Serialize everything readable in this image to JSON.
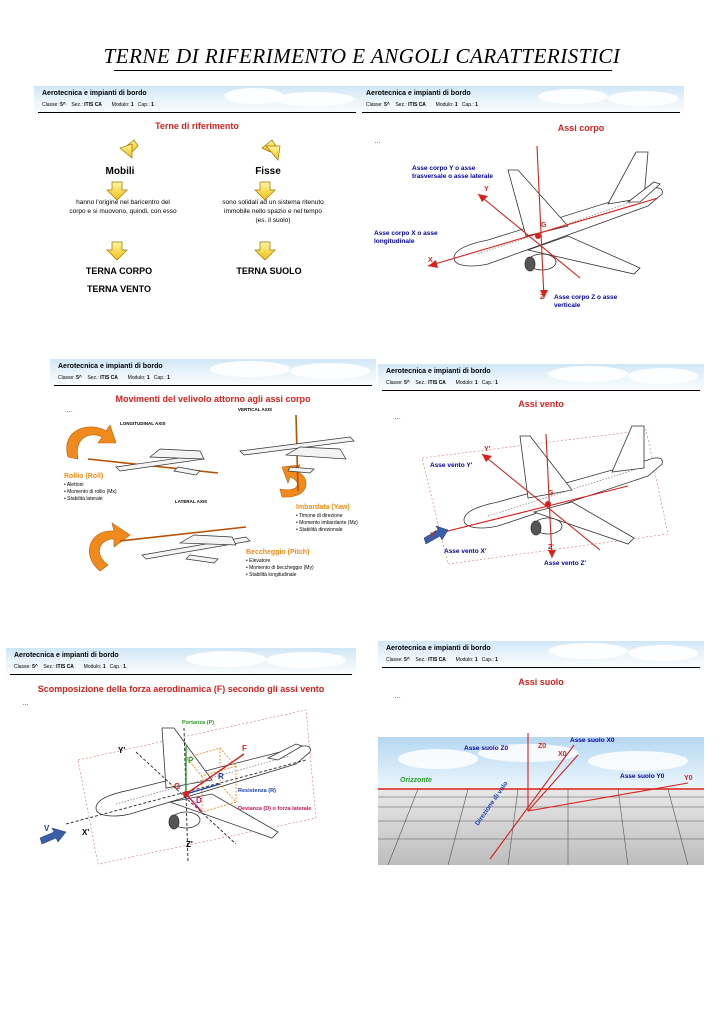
{
  "doc_title": "TERNE  DI  RIFERIMENTO  E  ANGOLI  CARATTERISTICI",
  "header": {
    "title": "Aerotecnica e impianti di bordo",
    "classe_label": "Classe:",
    "classe_value": "5^",
    "sez_label": "Sez.:",
    "sez_value": "ITIS CA",
    "modulo_label": "Modulo:",
    "modulo_value": "1",
    "cap_label": "Cap.:",
    "cap_value": "1"
  },
  "slides": {
    "s1": {
      "title": "Terne di riferimento",
      "mobili": "Mobili",
      "fisse": "Fisse",
      "mobili_desc": "hanno l'origine nel baricentro del corpo e si muovono, quindi, con esso",
      "fisse_desc": "sono solidali ad un sistema ritenuto immobile nello spazio e nel tempo        (es. il suolo)",
      "terna_corpo": "TERNA CORPO",
      "terna_vento": "TERNA VENTO",
      "terna_suolo": "TERNA SUOLO"
    },
    "s2": {
      "title": "Assi corpo",
      "dots": "…",
      "y_desc": "Asse corpo Y o asse trasversale o asse laterale",
      "x_desc": "Asse corpo X o asse longitudinale",
      "z_desc": "Asse corpo Z o asse verticale",
      "y": "Y",
      "x": "X",
      "z": "Z",
      "g": "G"
    },
    "s3": {
      "title": "Movimenti del velivolo attorno agli assi corpo",
      "dots": "…",
      "long_axis": "LONGITUDINAL AXIS",
      "vert_axis": "VERTICAL AXIS",
      "lat_axis": "LATERAL AXIS",
      "roll": "Rollio (Roll)",
      "roll_items": [
        "• Alettoni",
        "• Momento di rollio (Mx)",
        "• Stabilità laterale"
      ],
      "yaw": "Imbardata (Yaw)",
      "yaw_items": [
        "• Timone di direzione",
        "• Momento imbardante (Mz)",
        "• Stabilità direzionale"
      ],
      "pitch": "Beccheggio (Pitch)",
      "pitch_items": [
        "• Elevatore",
        "• Momento di beccheggio (My)",
        "• Stabilità longitudinale"
      ]
    },
    "s4": {
      "title": "Assi vento",
      "dots": "…",
      "yv": "Asse vento Y'",
      "xv": "Asse vento X'",
      "zv": "Asse vento Z'",
      "y": "Y'",
      "x": "X'",
      "z": "Z'",
      "g": "G"
    },
    "s5": {
      "title": "Scomposizione della forza aerodinamica (F) secondo gli assi vento",
      "dots": "…",
      "portanza": "Portanza (P)",
      "resistenza": "Resistenza (R)",
      "devianza": "Devianza (D) o forza laterale",
      "y": "Y'",
      "x": "X'",
      "z": "Z'",
      "v": "V",
      "p": "P",
      "f": "F",
      "r": "R",
      "g": "G",
      "d": "D"
    },
    "s6": {
      "title": "Assi suolo",
      "dots": "…",
      "zo": "Asse suolo Z0",
      "xo": "Asse suolo X0",
      "yo": "Asse suolo Y0",
      "z": "Z0",
      "x": "X0",
      "y": "Y0",
      "orizzonte": "Orizzonte",
      "direzione": "Direzione di volo"
    }
  },
  "colors": {
    "red": "#d9201b",
    "blue": "#0000b0",
    "orange": "#f08a1c",
    "green": "#2a9d2a",
    "magenta": "#d4145a"
  }
}
